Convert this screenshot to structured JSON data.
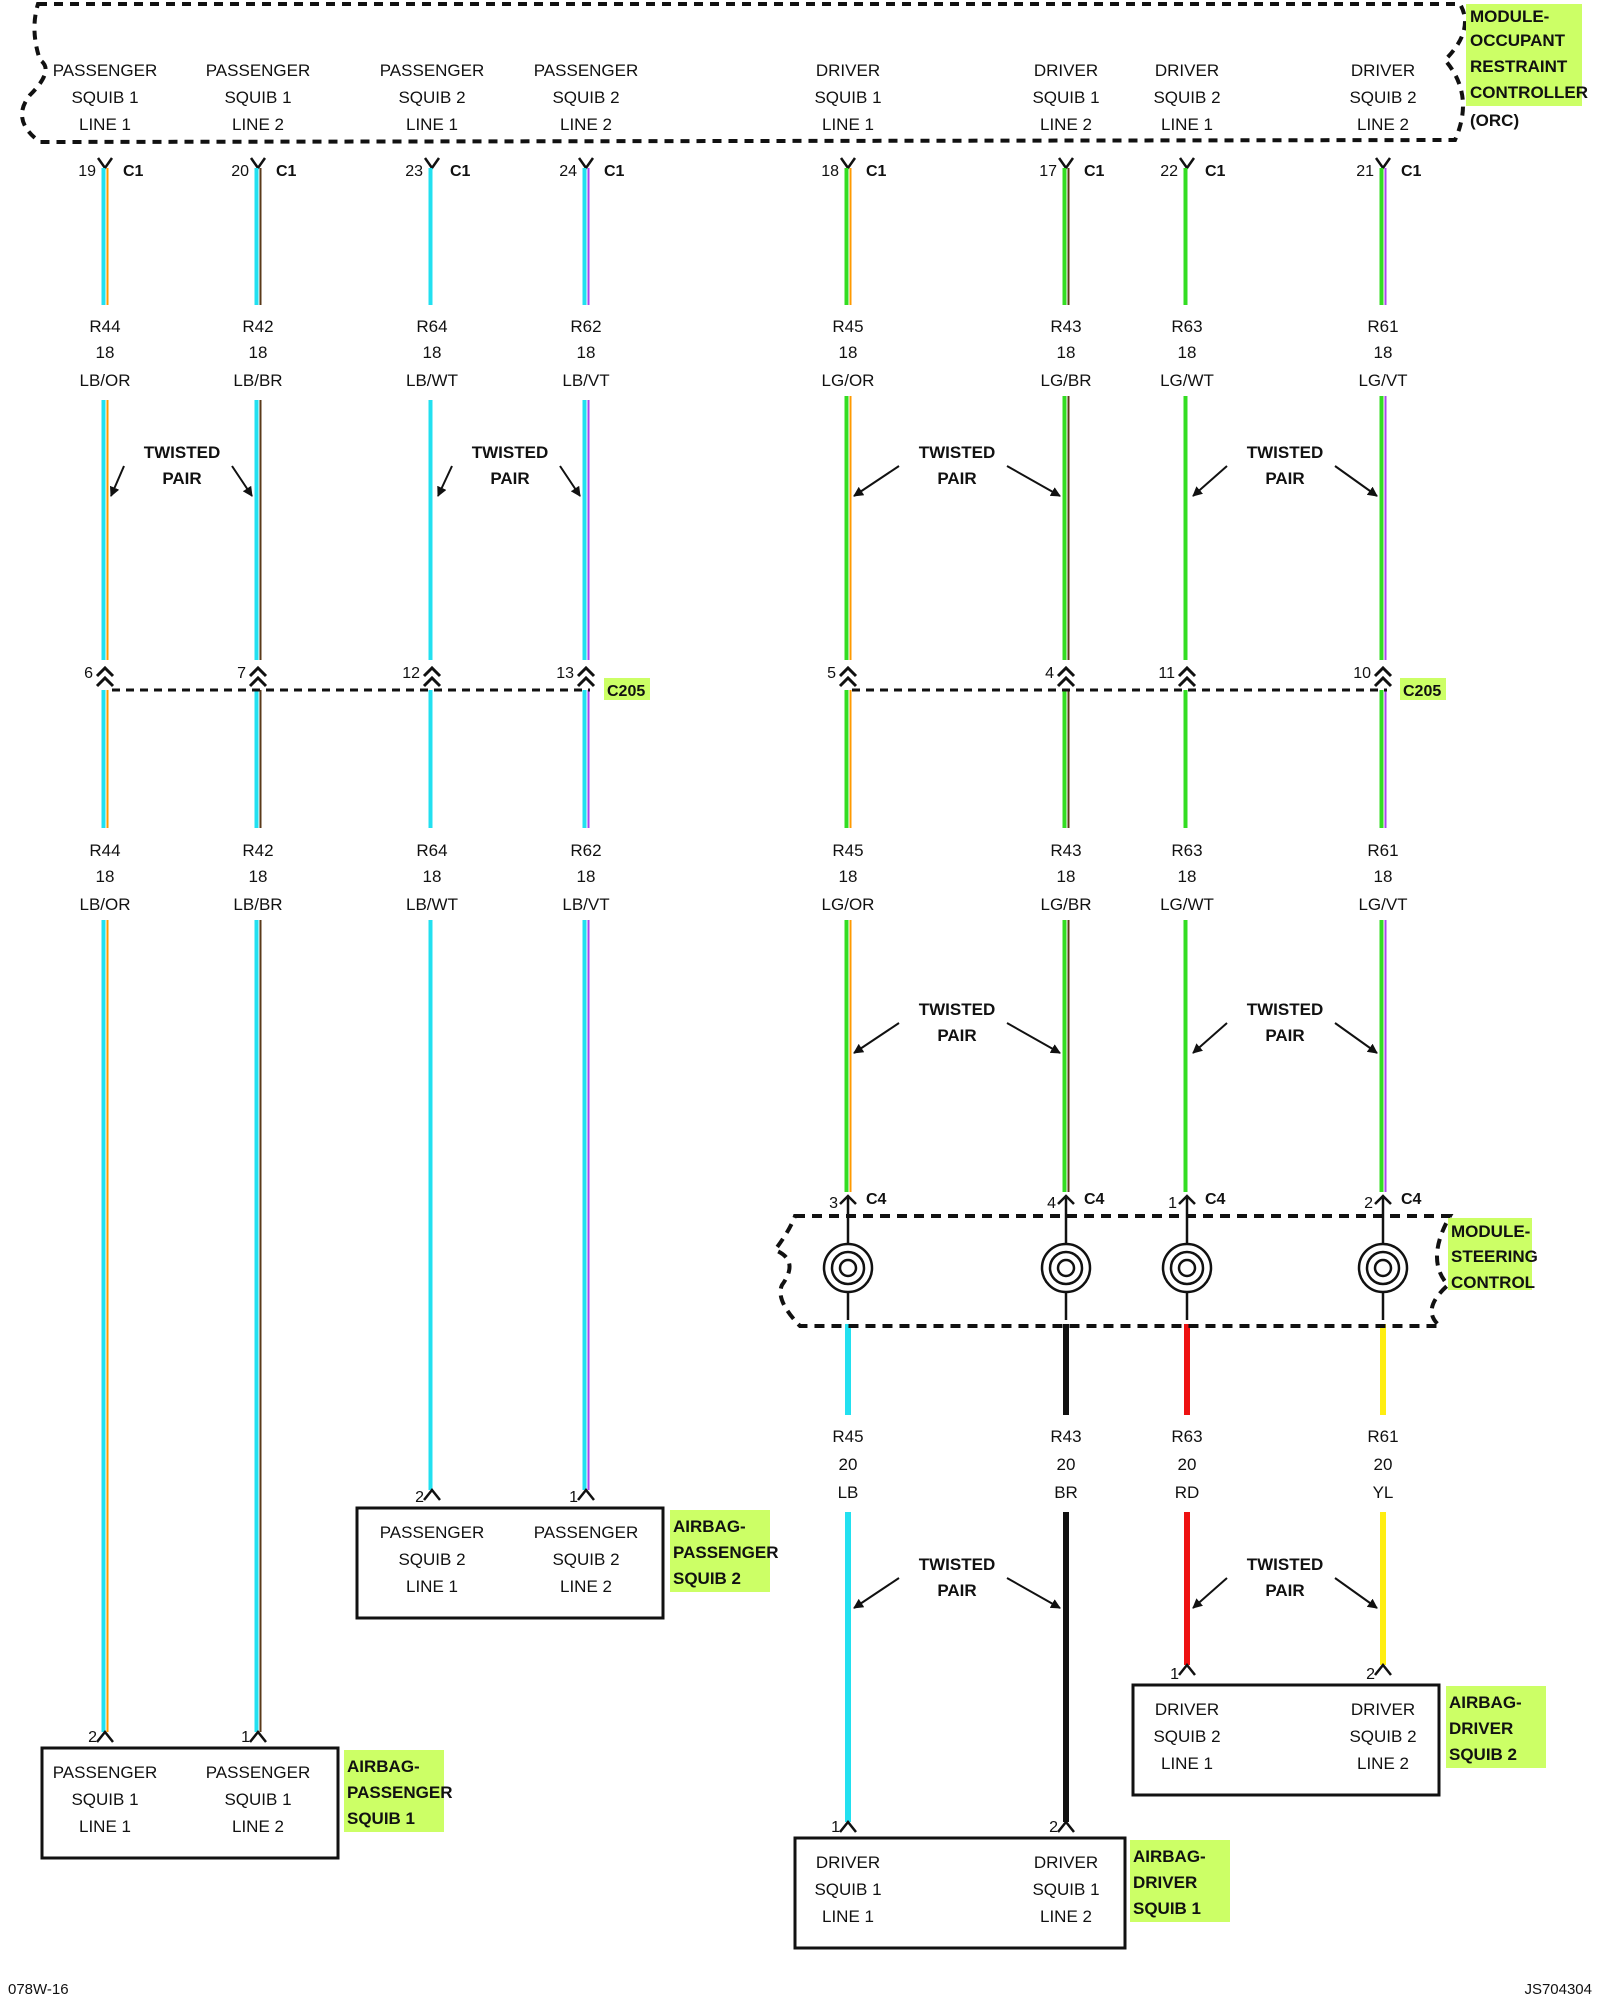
{
  "modules": {
    "orc": {
      "name_lines": [
        "MODULE-",
        "OCCUPANT",
        "RESTRAINT",
        "CONTROLLER"
      ],
      "abbrev": "(ORC)"
    },
    "steering": {
      "name_lines": [
        "MODULE-",
        "STEERING",
        "CONTROL"
      ]
    }
  },
  "connectors": {
    "orc": "C1",
    "inline": "C205",
    "steering": "C4"
  },
  "twisted_pair": [
    "TWISTED",
    "PAIR"
  ],
  "wires": [
    {
      "top": [
        "PASSENGER",
        "SQUIB 1",
        "LINE 1"
      ],
      "c1_pin": "19",
      "circuit": "R44",
      "gauge": "18",
      "color": "LB/OR",
      "c205_pin": "6",
      "colors": [
        "#22e0f0",
        "#ff9900"
      ]
    },
    {
      "top": [
        "PASSENGER",
        "SQUIB 1",
        "LINE 2"
      ],
      "c1_pin": "20",
      "circuit": "R42",
      "gauge": "18",
      "color": "LB/BR",
      "c205_pin": "7",
      "colors": [
        "#22e0f0",
        "#5a3a1a"
      ]
    },
    {
      "top": [
        "PASSENGER",
        "SQUIB 2",
        "LINE 1"
      ],
      "c1_pin": "23",
      "circuit": "R64",
      "gauge": "18",
      "color": "LB/WT",
      "c205_pin": "12",
      "colors": [
        "#22e0f0",
        "#ffffff"
      ]
    },
    {
      "top": [
        "PASSENGER",
        "SQUIB 2",
        "LINE 2"
      ],
      "c1_pin": "24",
      "circuit": "R62",
      "gauge": "18",
      "color": "LB/VT",
      "c205_pin": "13",
      "colors": [
        "#22e0f0",
        "#aa44ee"
      ]
    },
    {
      "top": [
        "DRIVER",
        "SQUIB 1",
        "LINE 1"
      ],
      "c1_pin": "18",
      "circuit": "R45",
      "gauge": "18",
      "color": "LG/OR",
      "c205_pin": "5",
      "c4_pin": "3",
      "lower_circuit": "R45",
      "lower_gauge": "20",
      "lower_color": "LB",
      "colors": [
        "#33dd22",
        "#ff9900"
      ],
      "lower_colors": [
        "#22e0f0"
      ]
    },
    {
      "top": [
        "DRIVER",
        "SQUIB 1",
        "LINE 2"
      ],
      "c1_pin": "17",
      "circuit": "R43",
      "gauge": "18",
      "color": "LG/BR",
      "c205_pin": "4",
      "c4_pin": "4",
      "lower_circuit": "R43",
      "lower_gauge": "20",
      "lower_color": "BR",
      "colors": [
        "#33dd22",
        "#5a3a1a"
      ],
      "lower_colors": [
        "#111111"
      ]
    },
    {
      "top": [
        "DRIVER",
        "SQUIB 2",
        "LINE 1"
      ],
      "c1_pin": "22",
      "circuit": "R63",
      "gauge": "18",
      "color": "LG/WT",
      "c205_pin": "11",
      "c4_pin": "1",
      "lower_circuit": "R63",
      "lower_gauge": "20",
      "lower_color": "RD",
      "colors": [
        "#33dd22",
        "#ffffff"
      ],
      "lower_colors": [
        "#ee1111"
      ]
    },
    {
      "top": [
        "DRIVER",
        "SQUIB 2",
        "LINE 2"
      ],
      "c1_pin": "21",
      "circuit": "R61",
      "gauge": "18",
      "color": "LG/VT",
      "c205_pin": "10",
      "c4_pin": "2",
      "lower_circuit": "R61",
      "lower_gauge": "20",
      "lower_color": "YL",
      "colors": [
        "#33dd22",
        "#aa44ee"
      ],
      "lower_colors": [
        "#ffee11"
      ]
    }
  ],
  "airbags": [
    {
      "name_lines": [
        "AIRBAG-",
        "PASSENGER",
        "SQUIB 1"
      ],
      "pins": [
        "2",
        "1"
      ],
      "cells": [
        [
          "PASSENGER",
          "SQUIB 1",
          "LINE 1"
        ],
        [
          "PASSENGER",
          "SQUIB 1",
          "LINE 2"
        ]
      ]
    },
    {
      "name_lines": [
        "AIRBAG-",
        "PASSENGER",
        "SQUIB 2"
      ],
      "pins": [
        "2",
        "1"
      ],
      "cells": [
        [
          "PASSENGER",
          "SQUIB 2",
          "LINE 1"
        ],
        [
          "PASSENGER",
          "SQUIB 2",
          "LINE 2"
        ]
      ]
    },
    {
      "name_lines": [
        "AIRBAG-",
        "DRIVER",
        "SQUIB 1"
      ],
      "pins": [
        "1",
        "2"
      ],
      "cells": [
        [
          "DRIVER",
          "SQUIB 1",
          "LINE 1"
        ],
        [
          "DRIVER",
          "SQUIB 1",
          "LINE 2"
        ]
      ]
    },
    {
      "name_lines": [
        "AIRBAG-",
        "DRIVER",
        "SQUIB 2"
      ],
      "pins": [
        "1",
        "2"
      ],
      "cells": [
        [
          "DRIVER",
          "SQUIB 2",
          "LINE 1"
        ],
        [
          "DRIVER",
          "SQUIB 2",
          "LINE 2"
        ]
      ]
    }
  ],
  "footer": {
    "left": "078W-16",
    "right": "JS704304"
  },
  "colors": {
    "highlight": "#ccff66",
    "line": "#111111"
  }
}
